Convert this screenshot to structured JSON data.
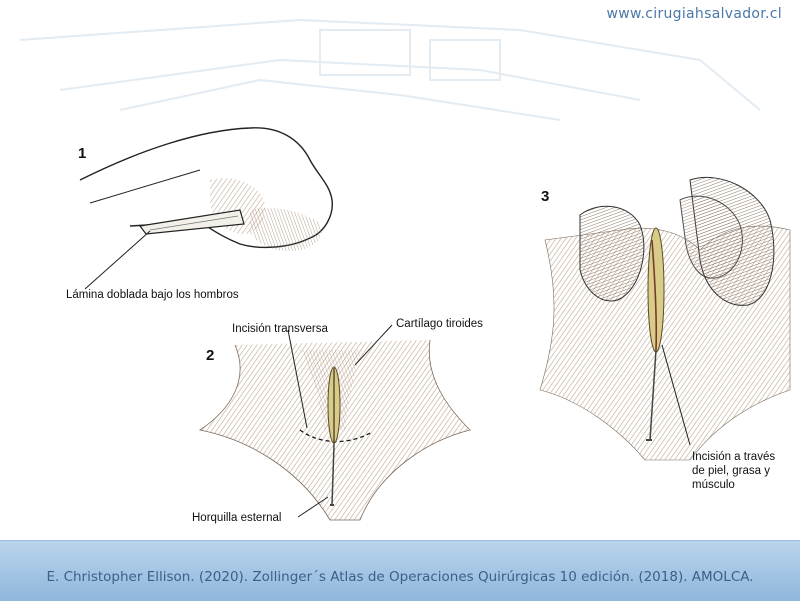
{
  "header": {
    "site_url": "www.cirugiahsalvador.cl"
  },
  "figure": {
    "panels": [
      {
        "number": "1",
        "labels": [
          "Lámina doblada bajo los hombros"
        ]
      },
      {
        "number": "2",
        "labels": [
          "Incisión transversa",
          "Cartílago tiroides",
          "Horquilla esternal"
        ]
      },
      {
        "number": "3",
        "labels": [
          "Incisión a través",
          "de piel, grasa y",
          "músculo"
        ]
      }
    ]
  },
  "footer": {
    "citation": "E. Christopher Ellison. (2020). Zollinger´s Atlas de Operaciones Quirúrgicas 10 edición. (2018). AMOLCA."
  },
  "colors": {
    "footer_band": "#a9c9e6",
    "citation_text": "#3d5f86",
    "url_text": "#4a78a8",
    "skin_shading": "#c9b29a"
  }
}
